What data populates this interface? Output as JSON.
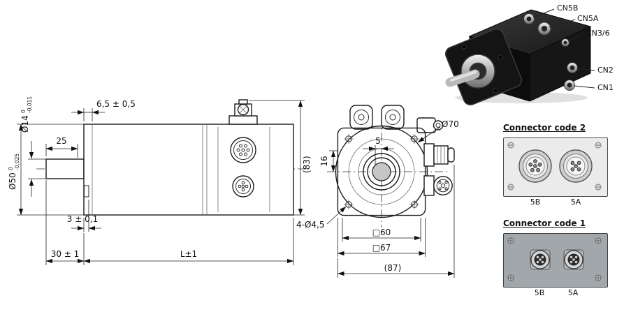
{
  "side_view": {
    "dim_shaft_dia": "Ø14",
    "dim_shaft_tol_upper": "0",
    "dim_shaft_tol_lower": "-0,011",
    "dim_flange_dia": "Ø50",
    "dim_flange_tol_upper": "0",
    "dim_flange_tol_lower": "-0,025",
    "dim_shaft_usable": "25",
    "dim_pilot": "6,5 ± 0,5",
    "dim_height": "(83)",
    "dim_key": "3 ± 0,1",
    "dim_shaft_total": "30 ± 1",
    "dim_length": "L±1"
  },
  "front_view": {
    "dim_circle": "Ø70",
    "dim_offset": "5",
    "dim_vertical": "16",
    "dim_holes": "4-Ø4,5",
    "dim_square_inner": "□60",
    "dim_square_outer": "□67",
    "dim_width": "(87)"
  },
  "photo_labels": {
    "cn5b": "CN5B",
    "cn5a": "CN5A",
    "cn36": "CN3/6",
    "cn2": "CN2",
    "cn1": "CN1"
  },
  "connector_code_2": {
    "title": "Connector code 2",
    "left_label": "5B",
    "right_label": "5A"
  },
  "connector_code_1": {
    "title": "Connector code 1",
    "left_label": "5B",
    "right_label": "5A"
  }
}
